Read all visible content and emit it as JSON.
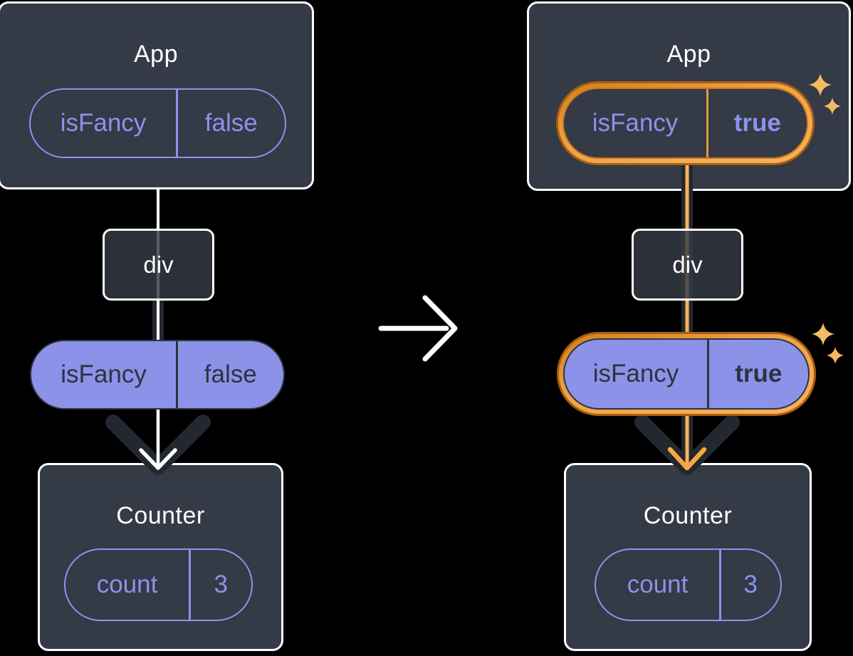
{
  "diagram": {
    "before": {
      "app": {
        "title": "App",
        "state_name": "isFancy",
        "state_value": "false"
      },
      "div_label": "div",
      "prop_name": "isFancy",
      "prop_value": "false",
      "counter": {
        "title": "Counter",
        "state_name": "count",
        "state_value": "3"
      }
    },
    "after": {
      "app": {
        "title": "App",
        "state_name": "isFancy",
        "state_value": "true"
      },
      "div_label": "div",
      "prop_name": "isFancy",
      "prop_value": "true",
      "counter": {
        "title": "Counter",
        "state_name": "count",
        "state_value": "3"
      }
    },
    "colors": {
      "background": "#000000",
      "card_background": "#343A46",
      "card_border": "#FFFFFF",
      "purple_outline": "#8A93EC",
      "purple_fill": "#8B92E8",
      "dark_text": "#2D3340",
      "dark_connector": "#23272F",
      "white_connector": "#FFFFFF",
      "highlight_ring_dark": "#A85F10",
      "highlight_ring_light": "#F8B25C",
      "highlight_arrow": "#F5A83F",
      "sparkle": "#F6BA64"
    }
  }
}
